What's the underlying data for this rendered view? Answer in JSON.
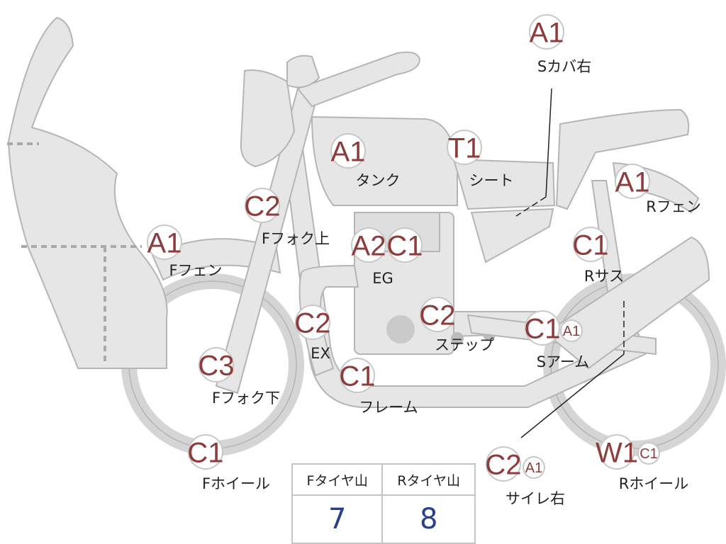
{
  "tags": [
    {
      "id": "s-cover-r",
      "grade": "A1",
      "sub": "",
      "label": "Sカバ右"
    },
    {
      "id": "tank",
      "grade": "A1",
      "sub": "",
      "label": "タンク"
    },
    {
      "id": "seat",
      "grade": "T1",
      "sub": "",
      "label": "シート"
    },
    {
      "id": "r-fender",
      "grade": "A1",
      "sub": "",
      "label": "Rフェン"
    },
    {
      "id": "f-fork-upper",
      "grade": "C2",
      "sub": "",
      "label": "Fフォク上"
    },
    {
      "id": "f-fender",
      "grade": "A1",
      "sub": "",
      "label": "Fフェン"
    },
    {
      "id": "engine",
      "grade": "A2",
      "sub": "C1",
      "label": "EG"
    },
    {
      "id": "r-suspension",
      "grade": "C1",
      "sub": "",
      "label": "Rサス"
    },
    {
      "id": "exhaust",
      "grade": "C2",
      "sub": "",
      "label": "EX"
    },
    {
      "id": "step",
      "grade": "C2",
      "sub": "",
      "label": "ステップ"
    },
    {
      "id": "swing-arm",
      "grade": "C1",
      "sub": "A1",
      "label": "Sアーム"
    },
    {
      "id": "f-fork-lower",
      "grade": "C3",
      "sub": "",
      "label": "Fフォク下"
    },
    {
      "id": "frame",
      "grade": "C1",
      "sub": "",
      "label": "フレーム"
    },
    {
      "id": "f-wheel",
      "grade": "C1",
      "sub": "",
      "label": "Fホイール"
    },
    {
      "id": "silencer-r",
      "grade": "C2",
      "sub": "A1",
      "label": "サイレ右"
    },
    {
      "id": "r-wheel",
      "grade": "W1",
      "sub": "C1",
      "label": "Rホイール"
    }
  ],
  "tire_table": {
    "front_header": "Fタイヤ山",
    "rear_header": "Rタイヤ山",
    "front_value": "7",
    "rear_value": "8"
  }
}
